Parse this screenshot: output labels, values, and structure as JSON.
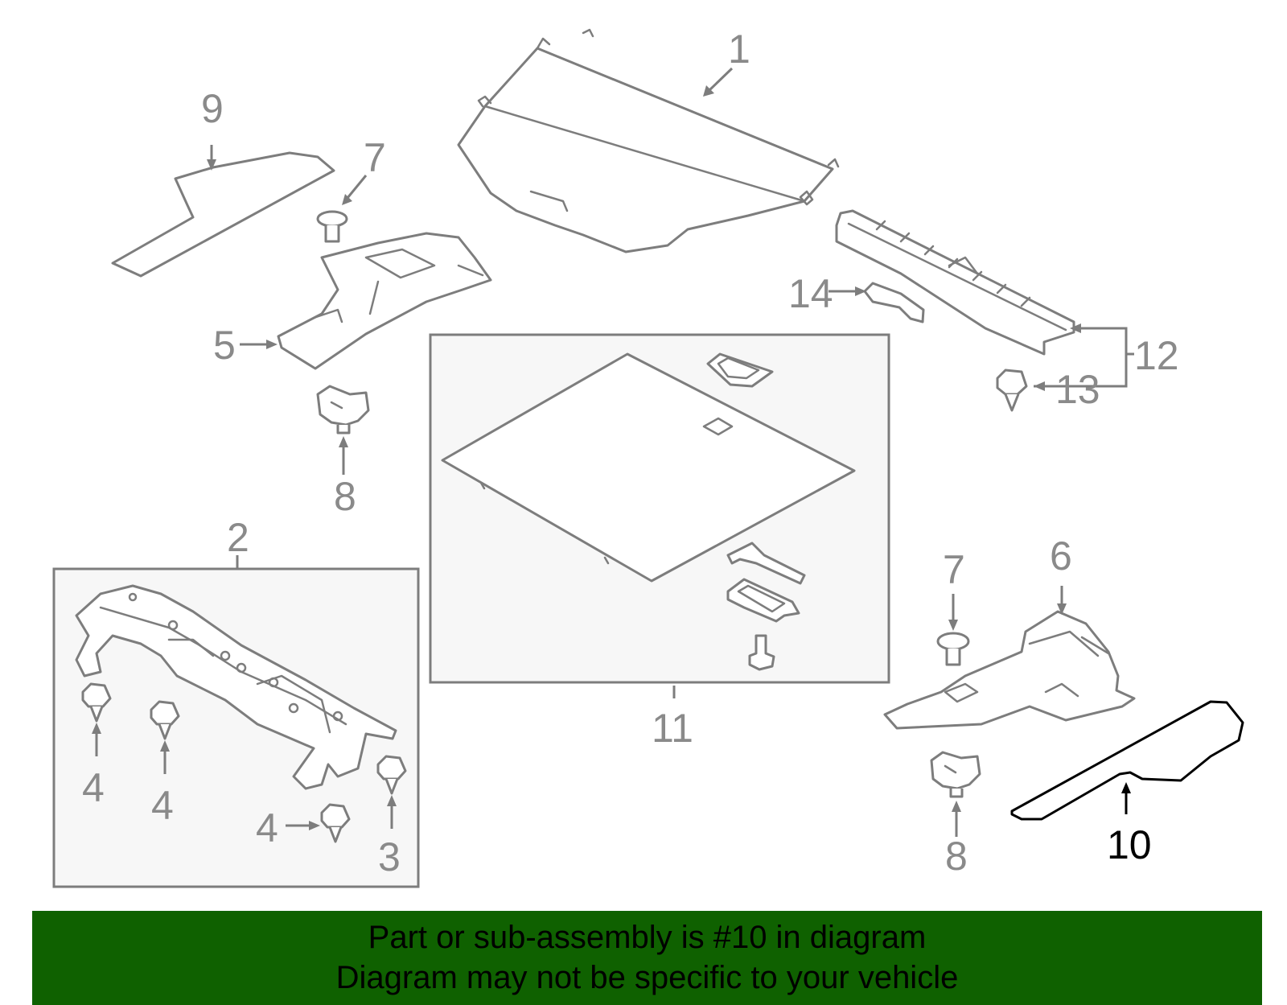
{
  "colors": {
    "highlight": "#0f6100",
    "banner": "#0f6100",
    "line": "#7d7d7d",
    "active_line": "#000000"
  },
  "callouts": {
    "c1": "1",
    "c2": "2",
    "c3": "3",
    "c4a": "4",
    "c4b": "4",
    "c4c": "4",
    "c5": "5",
    "c6": "6",
    "c7a": "7",
    "c7b": "7",
    "c8a": "8",
    "c8b": "8",
    "c9": "9",
    "c10": "10",
    "c11": "11",
    "c12": "12",
    "c13": "13",
    "c14": "14"
  },
  "highlighted_part": "10",
  "banner": {
    "line1": "Part or sub-assembly is #10 in diagram",
    "line2": "Diagram may not be specific to your vehicle"
  }
}
